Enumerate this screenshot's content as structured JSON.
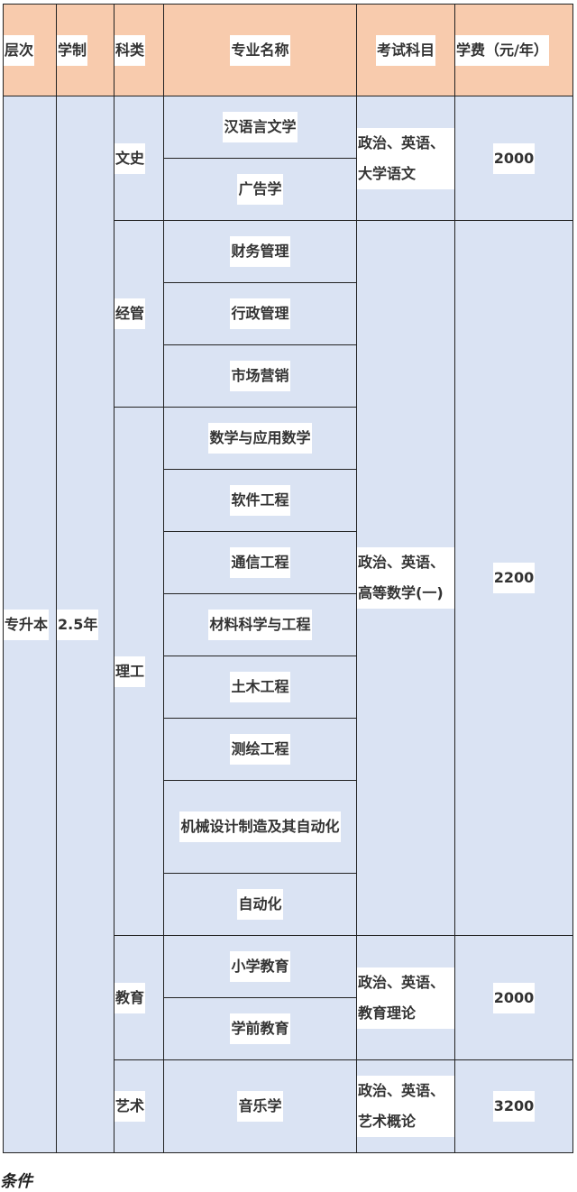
{
  "headers": {
    "level": "层次",
    "duration": "学制",
    "category": "科类",
    "major": "专业名称",
    "subjects": "考试科目",
    "fee": "学费（元/年）"
  },
  "level": "专升本",
  "duration": "2.5年",
  "categories": {
    "wenshi": "文史",
    "jingguan": "经管",
    "ligong": "理工",
    "jiaoyu": "教育",
    "yishu": "艺术"
  },
  "majors": [
    "汉语言文学",
    "广告学",
    "财务管理",
    "行政管理",
    "市场营销",
    "数学与应用数学",
    "软件工程",
    "通信工程",
    "材料科学与工程",
    "土木工程",
    "测绘工程",
    "机械设计制造及其自动化",
    "自动化",
    "小学教育",
    "学前教育",
    "音乐学"
  ],
  "subjects": {
    "wenshi": "政治、英语、大学语文",
    "ligong": "政治、英语、高等数学(一)",
    "jiaoyu": "政治、英语、教育理论",
    "yishu": "政治、英语、艺术概论"
  },
  "fees": {
    "wenshi": "2000",
    "ligong": "2200",
    "jiaoyu": "2000",
    "yishu": "3200"
  },
  "footer_text": "条件"
}
